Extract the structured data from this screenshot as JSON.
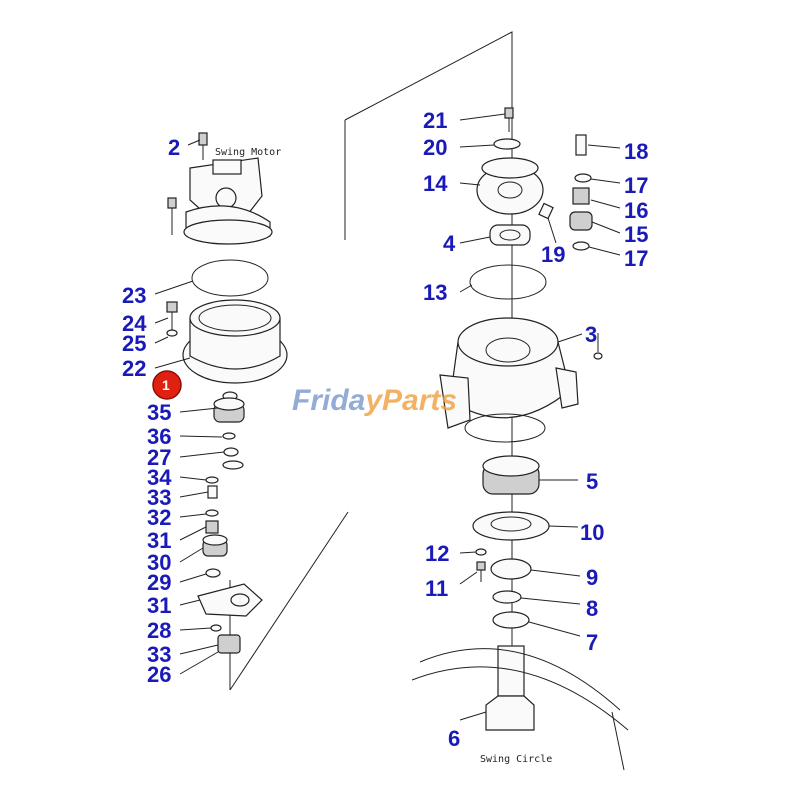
{
  "captions": {
    "motor": "Swing Motor",
    "circle": "Swing Circle"
  },
  "watermark": {
    "part1": "Frida",
    "part2": "yParts"
  },
  "highlight": {
    "label": "1",
    "color": "#e02010"
  },
  "label_color": "#1a1ab8",
  "labels": {
    "l2": "2",
    "l23": "23",
    "l24": "24",
    "l25": "25",
    "l22": "22",
    "l35": "35",
    "l36": "36",
    "l27": "27",
    "l34": "34",
    "l33a": "33",
    "l32": "32",
    "l31a": "31",
    "l30": "30",
    "l29": "29",
    "l31b": "31",
    "l28": "28",
    "l33b": "33",
    "l26": "26",
    "l21": "21",
    "l20": "20",
    "l14": "14",
    "l4": "4",
    "l19": "19",
    "l18": "18",
    "l17a": "17",
    "l16": "16",
    "l15": "15",
    "l17b": "17",
    "l13": "13",
    "l3": "3",
    "l5": "5",
    "l10": "10",
    "l12": "12",
    "l9": "9",
    "l11": "11",
    "l8": "8",
    "l7": "7",
    "l6": "6"
  }
}
